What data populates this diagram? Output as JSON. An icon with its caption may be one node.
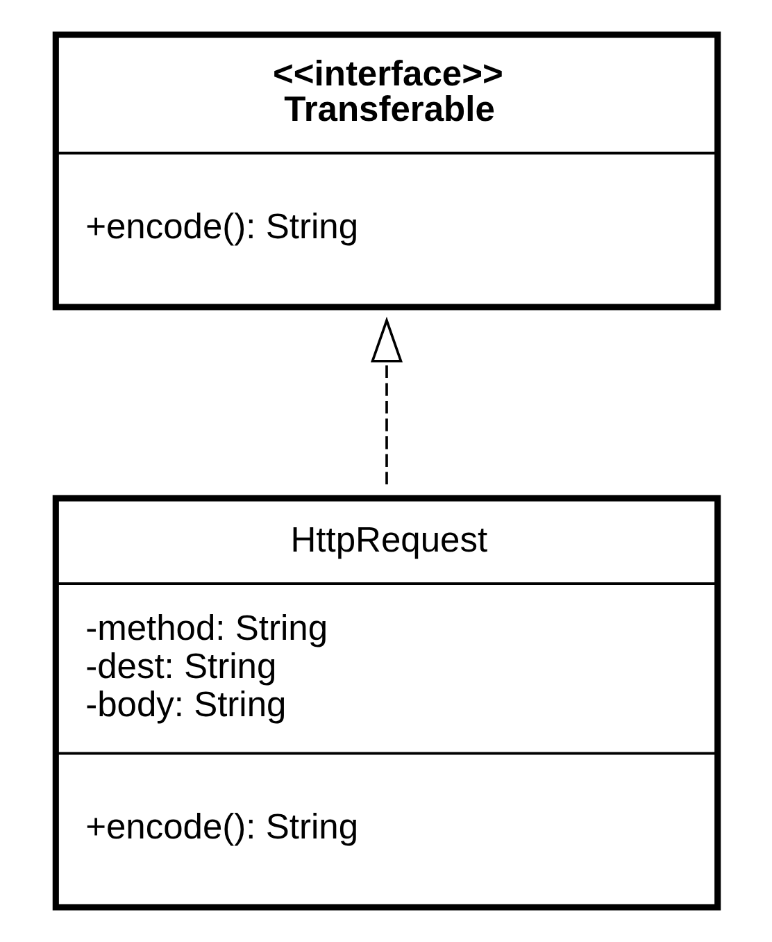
{
  "diagram": {
    "nodes": [
      {
        "text": [
          "<<interface>>",
          "Transferable",
          "+encode(): String"
        ]
      },
      {
        "text": [
          "HttpRequest",
          "-method: String",
          "-dest: String",
          "-body: String",
          "+encode(): String"
        ]
      }
    ],
    "edges": [
      {
        "from": 1,
        "to": 0,
        "arrow": "to",
        "style": "dashed"
      }
    ]
  }
}
